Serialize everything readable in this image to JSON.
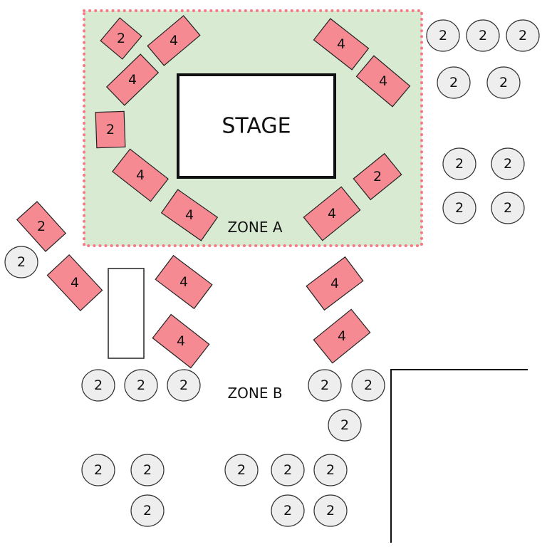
{
  "stage": {
    "label": "STAGE"
  },
  "zone_a": {
    "label": "ZONE A",
    "fill": "#d9ead3",
    "border": "#f47b85"
  },
  "zone_b": {
    "label": "ZONE B"
  },
  "colors": {
    "rect_table": "#f68a93",
    "round_table": "#eeeeee"
  },
  "zone_a_tables": [
    "2",
    "4",
    "4",
    "2",
    "4",
    "4",
    "4",
    "4",
    "2",
    "4"
  ],
  "outside_rect_tables": [
    "2",
    "4",
    "4",
    "4",
    "4",
    "4"
  ],
  "round_tables": [
    "2",
    "2",
    "2",
    "2",
    "2",
    "2",
    "2",
    "2",
    "2",
    "2",
    "2",
    "2",
    "2",
    "2",
    "2",
    "2",
    "2",
    "2",
    "2",
    "2",
    "2",
    "2",
    "2",
    "2"
  ]
}
